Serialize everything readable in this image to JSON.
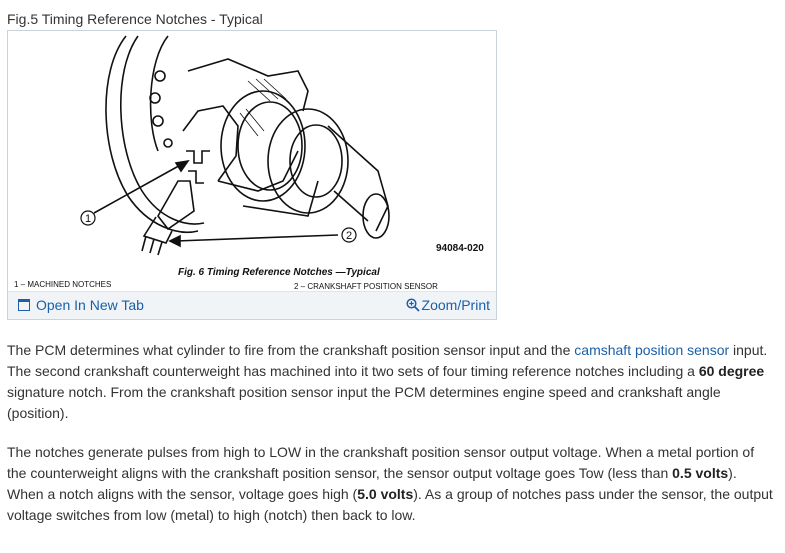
{
  "figure": {
    "caption": "Fig.5 Timing Reference Notches - Typical",
    "image": {
      "callout_1": "1",
      "callout_2": "2",
      "code": "94084-020",
      "inner_caption": "Fig. 6 Timing Reference Notches —Typical",
      "legend_1": "1 – MACHINED NOTCHES",
      "legend_2": "2 – CRANKSHAFT POSITION SENSOR"
    },
    "open_tab_label": "Open In New Tab",
    "zoom_print_label": "Zoom/Print"
  },
  "paragraph1": {
    "t1": "The PCM determines what cylinder to fire from the crankshaft position sensor input and the ",
    "link": "camshaft position sensor",
    "t2": " input. The second crankshaft counterweight has machined into it two sets of four timing reference notches including a ",
    "b1": "60 degree",
    "t3": " signature notch. From the crankshaft position sensor input the PCM determines engine speed and crankshaft angle (position)."
  },
  "paragraph2": {
    "t1": "The notches generate pulses from high to LOW in the crankshaft position sensor output voltage. When a metal portion of the counterweight aligns with the crankshaft position sensor, the sensor output voltage goes Tow (less than ",
    "b1": "0.5 volts",
    "t2": "). When a notch aligns with the sensor, voltage goes high (",
    "b2": "5.0 volts",
    "t3": "). As a group of notches pass under the sensor, the output voltage switches from low (metal) to high (notch) then back to low."
  }
}
